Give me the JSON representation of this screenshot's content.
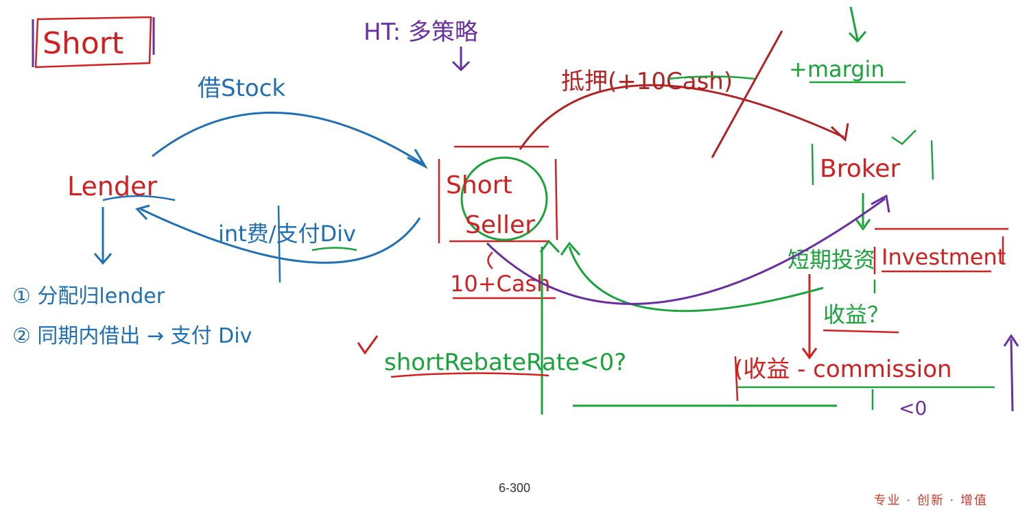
{
  "colors": {
    "red": "#d21f1f",
    "blue": "#1f6fb5",
    "green": "#19a33a",
    "purple": "#6a2ea3",
    "darkred": "#b22222",
    "slogan": "#d33a2c"
  },
  "diagram": {
    "title_short": "Short",
    "mid_top_note": "HT: 多策略",
    "lender": "Lender",
    "borrow_stock": "借Stock",
    "interest_div": "int费/支付Div",
    "lender_note1": "① 分配归lender",
    "lender_note2": "② 同期内借出 → 支付 Div",
    "short_seller_line1": "Short",
    "short_seller_line2": "Seller",
    "cash": "10+Cash",
    "pledge": "抵押(+10Cash)",
    "margin": "+margin",
    "broker": "Broker",
    "investment": "Investment",
    "yield_q": "收益？",
    "short_term_invest": "短期投资",
    "rebate": "shortRebateRate<0?",
    "income_commission": "(收益 - commission",
    "less_than_zero": "<0"
  },
  "footer": {
    "page_number": "6-300",
    "slogan": "专业 · 创新 · 增值"
  }
}
